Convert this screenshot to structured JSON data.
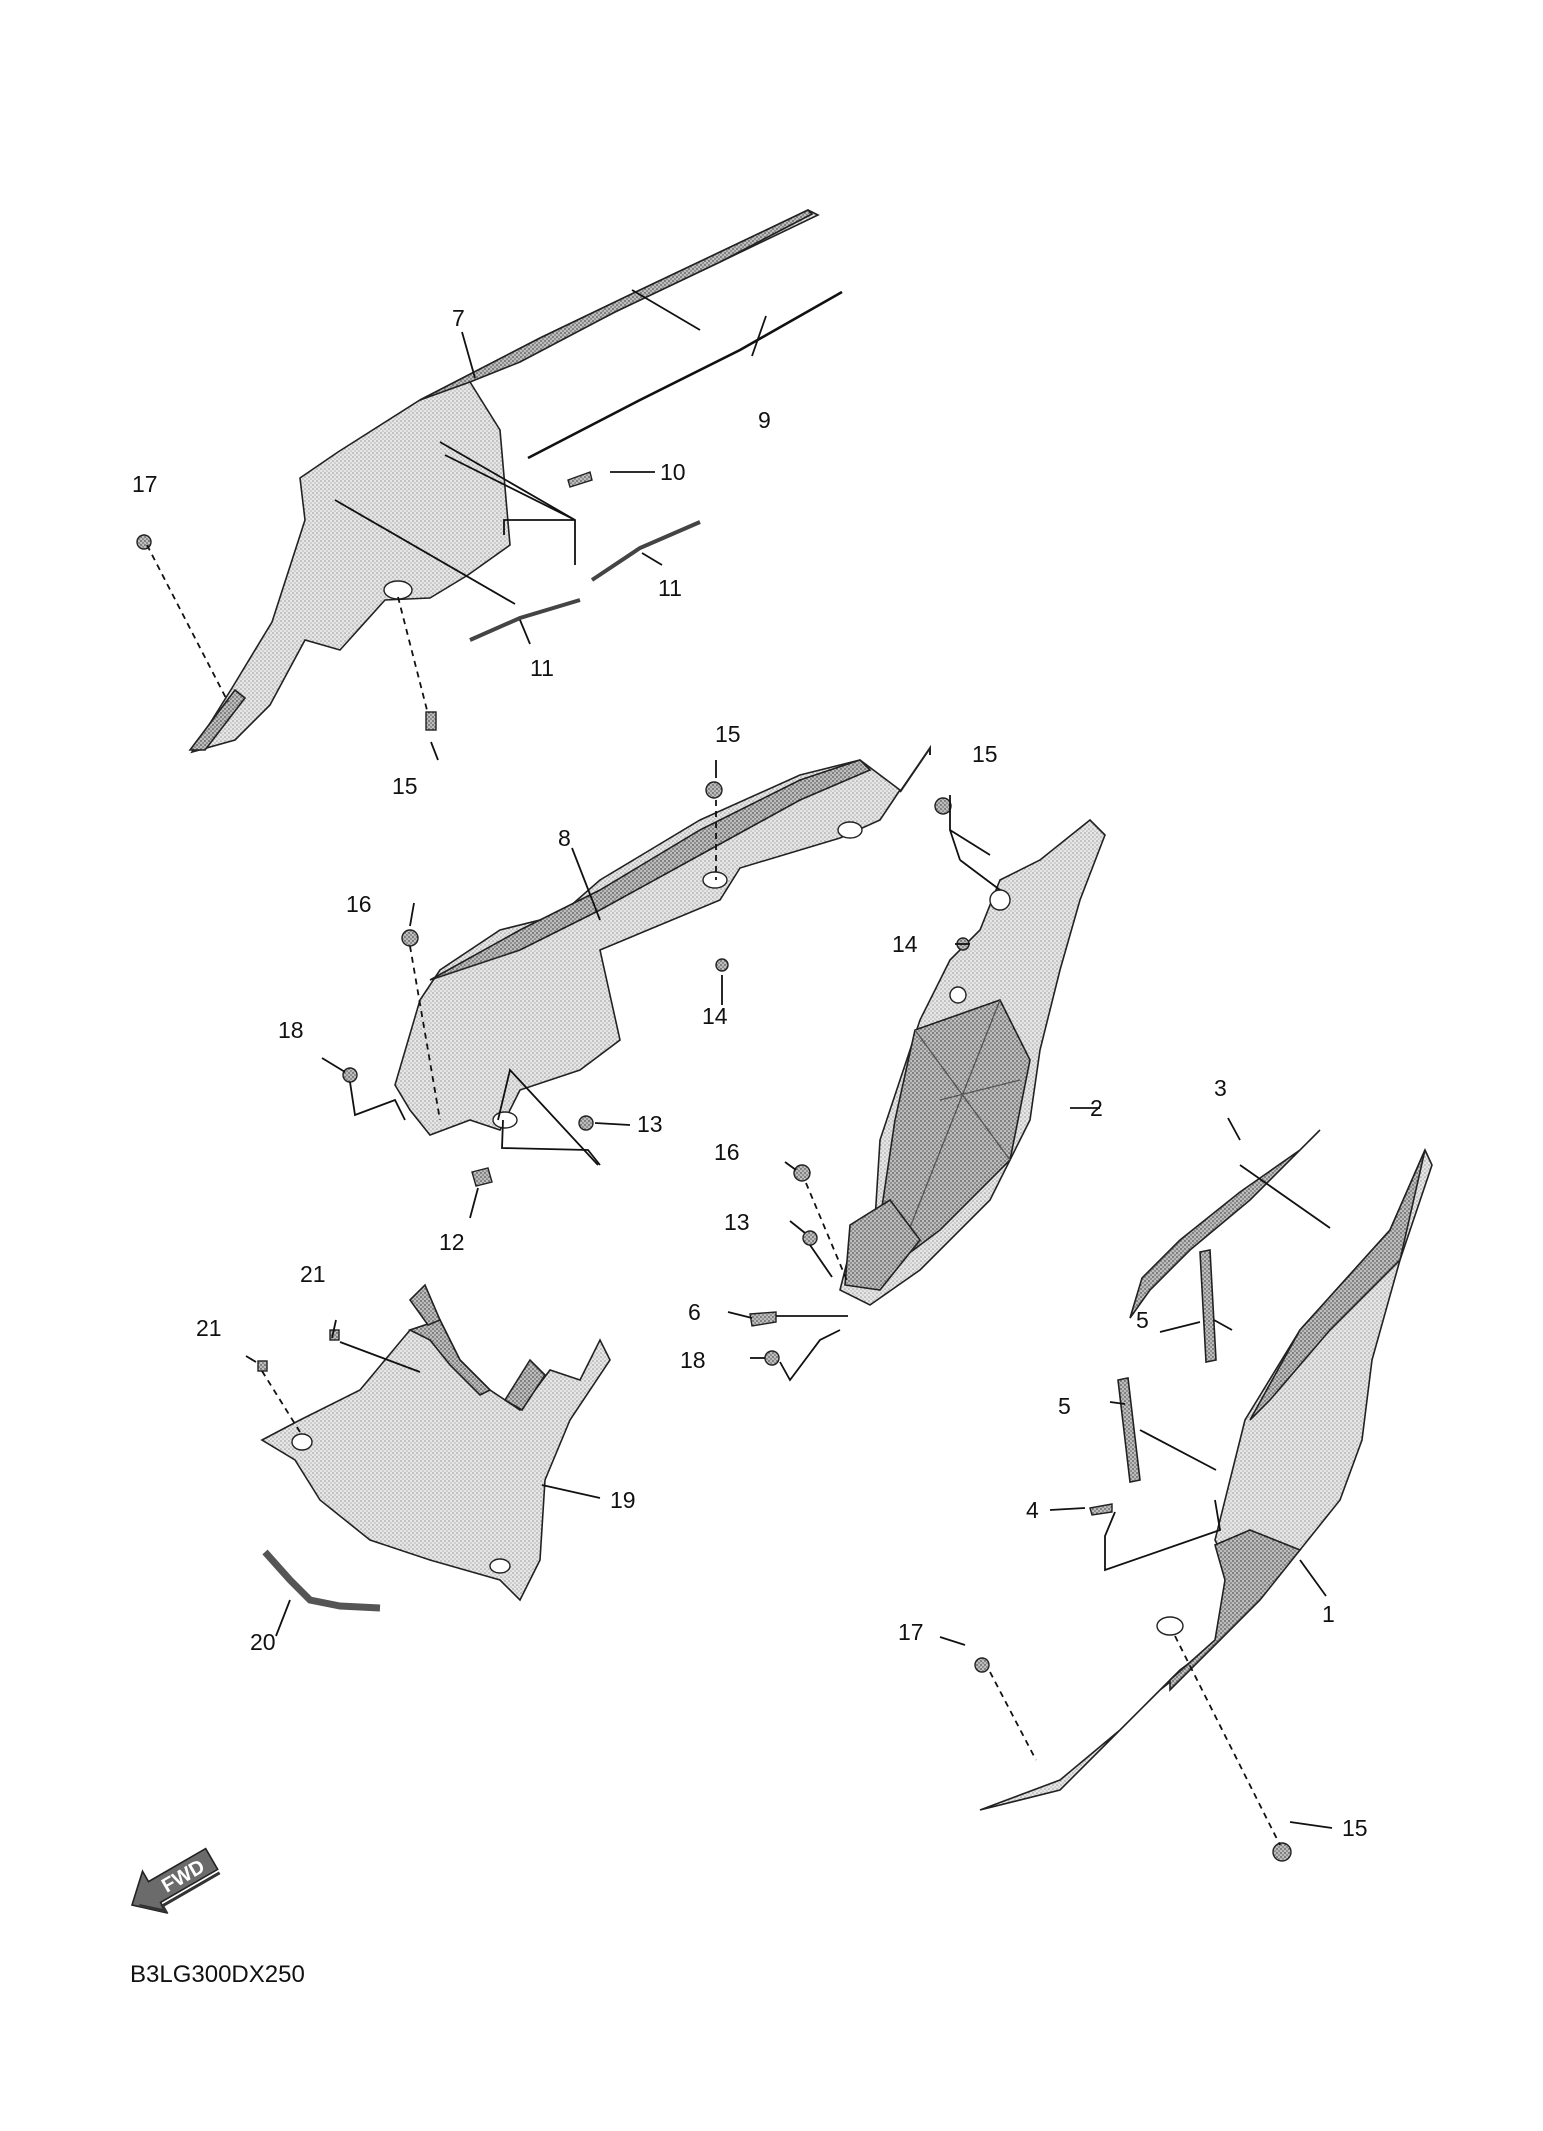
{
  "diagram_code": "B3LG300DX250",
  "fwd_label": "FWD",
  "callouts": [
    {
      "id": "c7",
      "label": "7"
    },
    {
      "id": "c9",
      "label": "9"
    },
    {
      "id": "c10",
      "label": "10"
    },
    {
      "id": "c17a",
      "label": "17"
    },
    {
      "id": "c11a",
      "label": "11"
    },
    {
      "id": "c11b",
      "label": "11"
    },
    {
      "id": "c15a",
      "label": "15"
    },
    {
      "id": "c15b",
      "label": "15"
    },
    {
      "id": "c15c",
      "label": "15"
    },
    {
      "id": "c8",
      "label": "8"
    },
    {
      "id": "c16a",
      "label": "16"
    },
    {
      "id": "c14a",
      "label": "14"
    },
    {
      "id": "c14b",
      "label": "14"
    },
    {
      "id": "c18a",
      "label": "18"
    },
    {
      "id": "c13a",
      "label": "13"
    },
    {
      "id": "c12",
      "label": "12"
    },
    {
      "id": "c2",
      "label": "2"
    },
    {
      "id": "c3",
      "label": "3"
    },
    {
      "id": "c16b",
      "label": "16"
    },
    {
      "id": "c13b",
      "label": "13"
    },
    {
      "id": "c6",
      "label": "6"
    },
    {
      "id": "c18b",
      "label": "18"
    },
    {
      "id": "c21a",
      "label": "21"
    },
    {
      "id": "c21b",
      "label": "21"
    },
    {
      "id": "c5a",
      "label": "5"
    },
    {
      "id": "c5b",
      "label": "5"
    },
    {
      "id": "c19",
      "label": "19"
    },
    {
      "id": "c4",
      "label": "4"
    },
    {
      "id": "c20",
      "label": "20"
    },
    {
      "id": "c1",
      "label": "1"
    },
    {
      "id": "c17b",
      "label": "17"
    },
    {
      "id": "c15d",
      "label": "15"
    }
  ]
}
